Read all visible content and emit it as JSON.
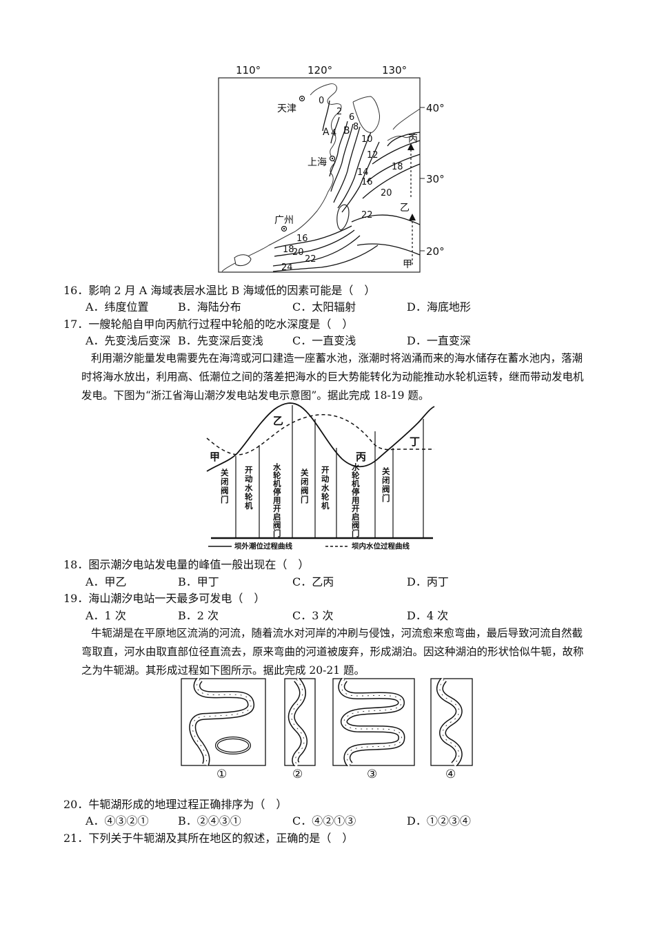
{
  "map": {
    "lon_labels": [
      "110°",
      "120°",
      "130°"
    ],
    "lat_labels": [
      "40°",
      "30°",
      "20°"
    ],
    "cities": [
      "天津",
      "上海",
      "广州"
    ],
    "points": [
      "A",
      "B",
      "甲",
      "乙",
      "丙"
    ],
    "isotherms": [
      "0",
      "2",
      "4",
      "6",
      "8",
      "10",
      "12",
      "14",
      "16",
      "18",
      "20",
      "22",
      "16",
      "18",
      "20",
      "22",
      "24"
    ]
  },
  "q16": {
    "stem": "16．影响 2 月 A 海域表层水温比 B 海域低的因素可能是（　）",
    "options": [
      "A．纬度位置",
      "B．海陆分布",
      "C．太阳辐射",
      "D．海底地形"
    ]
  },
  "q17": {
    "stem": "17．一艘轮船自甲向丙航行过程中轮船的吃水深度是（　）",
    "options": [
      "A．先变浅后变深",
      "B．先变深后变浅",
      "C．一直变浅",
      "D．一直变深"
    ]
  },
  "passage1": "利用潮汐能量发电需要先在海湾或河口建造一座蓄水池，涨潮时将汹涌而来的海水储存在蓄水池内，落潮时将海水放出，利用高、低潮位之间的落差把海水的巨大势能转化为动能推动水轮机运转，继而带动发电机发电。下图为“浙江省海山潮汐发电站发电示意图”。据此完成 18-19 题。",
  "tide_chart": {
    "points": [
      "甲",
      "乙",
      "丙",
      "丁"
    ],
    "columns": [
      "关闭阀门",
      "开动水轮机",
      "水轮机停用开启阀门",
      "关闭阀门",
      "开动水轮机",
      "水轮机停用开启阀门",
      "关闭阀门"
    ],
    "legend_outer": "坝外潮位过程曲线",
    "legend_inner": "坝内水位过程曲线"
  },
  "q18": {
    "stem": "18．图示潮汐电站发电量的峰值一般出现在（　）",
    "options": [
      "A．甲乙",
      "B．甲丁",
      "C．乙丙",
      "D．丙丁"
    ]
  },
  "q19": {
    "stem": "19．海山潮汐电站一天最多可发电（　）",
    "options": [
      "A．1 次",
      "B．2 次",
      "C．3 次",
      "D．4 次"
    ]
  },
  "passage2": "牛轭湖是在平原地区流淌的河流，随着流水对河岸的冲刷与侵蚀，河流愈来愈弯曲，最后导致河流自然截弯取直，河水由取直部位径直流去，原来弯曲的河道被废弃，形成湖泊。因这种湖泊的形状恰似牛轭，故称之为牛轭湖。其形成过程如下图所示。据此完成 20-21 题。",
  "meander_labels": [
    "①",
    "②",
    "③",
    "④"
  ],
  "q20": {
    "stem": "20．牛轭湖形成的地理过程正确排序为（　）",
    "options": [
      "A．④③②①",
      "B．②④③①",
      "C．④②①③",
      "D．①②③④"
    ]
  },
  "q21": {
    "stem": "21．下列关于牛轭湖及其所在地区的叙述，正确的是（　）"
  }
}
